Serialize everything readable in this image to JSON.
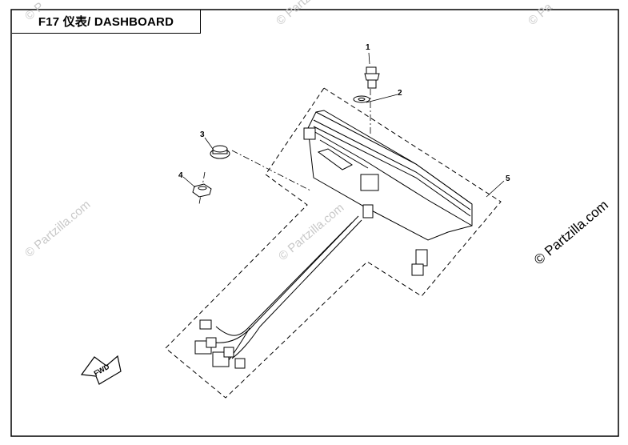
{
  "title": "F17 仪表/ DASHBOARD",
  "callouts": [
    "1",
    "2",
    "3",
    "4",
    "5"
  ],
  "fwd_label": "FWD",
  "watermark": "© Partzilla.com",
  "watermark_corner": "© Partz",
  "watermark_corner_b": "© Pa",
  "watermark_corner_c": "© P"
}
